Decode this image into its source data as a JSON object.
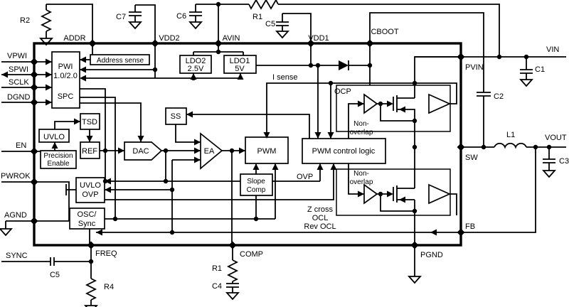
{
  "pins": {
    "top": [
      "ADDR",
      "VDD2",
      "AVIN",
      "VDD1",
      "CBOOT"
    ],
    "left": [
      "VPWI",
      "SPWI",
      "SCLK",
      "DGND",
      "EN",
      "PWROK",
      "AGND"
    ],
    "bottom": [
      "FREQ",
      "COMP",
      "PGND"
    ],
    "right": [
      "PVIN",
      "SW",
      "FB"
    ],
    "sync": "SYNC"
  },
  "rails": {
    "vin": "VIN",
    "vout": "VOUT"
  },
  "blocks": {
    "pwi": [
      "PWI",
      "1.0/2.0",
      "SPC"
    ],
    "address_sense": "Address sense",
    "ldo2": [
      "LDO2",
      "2.5V"
    ],
    "ldo1": [
      "LDO1",
      "5V"
    ],
    "tsd": "TSD",
    "uvlo": "UVLO",
    "precision_enable": [
      "Precision",
      "Enable"
    ],
    "ref": "REF",
    "dac": "DAC",
    "ss": "SS",
    "ea": "EA",
    "pwm": "PWM",
    "slope_comp": [
      "Slope",
      "Comp"
    ],
    "pwm_control_logic": "PWM control logic",
    "uvlo_ovp": [
      "UVLO",
      "OVP"
    ],
    "osc_sync": [
      "OSC/",
      "Sync"
    ],
    "nonoverlap_hs": [
      "Non-",
      "overlap"
    ],
    "nonoverlap_ls": [
      "Non-",
      "overlap"
    ]
  },
  "signals": {
    "i_sense": "I sense",
    "ocp": "OCP",
    "ovp": "OVP",
    "protection": [
      "Z cross",
      "OCL",
      "Rev OCL"
    ]
  },
  "components": {
    "r2": "R2",
    "c7": "C7",
    "c6": "C6",
    "r1_top": "R1",
    "c5_top": "C5",
    "c1": "C1",
    "c2": "C2",
    "l1": "L1",
    "c3": "C3",
    "c5_sync": "C5",
    "r4": "R4",
    "r1_comp": "R1",
    "c4": "C4"
  }
}
